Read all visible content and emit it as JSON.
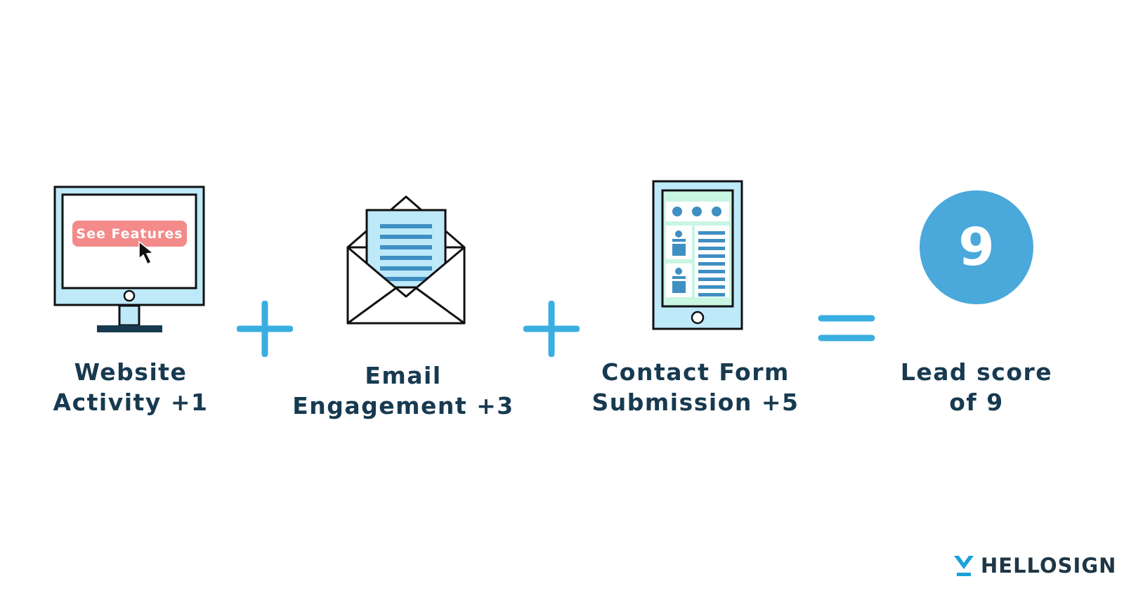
{
  "monitor": {
    "button_label": "See Features"
  },
  "steps": [
    {
      "line1": "Website",
      "line2": "Activity +1"
    },
    {
      "line1": "Email",
      "line2": "Engagement +3"
    },
    {
      "line1": "Contact Form",
      "line2": "Submission +5"
    },
    {
      "line1": "Lead score",
      "line2": "of 9"
    }
  ],
  "score": {
    "value": "9"
  },
  "brand": {
    "name": "HELLOSIGN"
  },
  "colors": {
    "accent_blue": "#3aaee0",
    "score_circle": "#4aa8db",
    "text_dark": "#173a50",
    "light_blue": "#bde9f9",
    "mid_blue": "#3f8fc2",
    "mint": "#c9f5e3",
    "salmon": "#f48a8a"
  }
}
